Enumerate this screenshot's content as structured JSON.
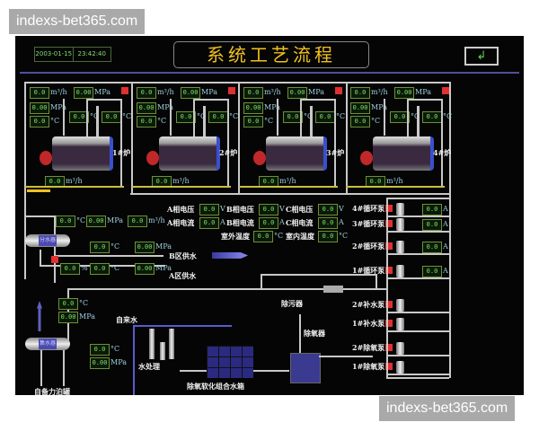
{
  "watermarks": [
    "indexs-bet365.com",
    "indexs-bet365.com"
  ],
  "header": {
    "date": "2003-01-15",
    "time": "23:42:40",
    "title": "系统工艺流程",
    "return_icon": "return-arrow-icon"
  },
  "boilers": [
    {
      "label": "1#炉",
      "readouts": [
        {
          "value": "0.0",
          "unit": "m³/h"
        },
        {
          "value": "0.00",
          "unit": "MPa"
        },
        {
          "value": "0.00",
          "unit": "MPa"
        },
        {
          "value": "0.0",
          "unit": "°C"
        },
        {
          "value": "0.0",
          "unit": "°C"
        },
        {
          "value": "0.0",
          "unit": "°C"
        },
        {
          "value": "0.0",
          "unit": "m³/h"
        }
      ]
    },
    {
      "label": "2#炉",
      "readouts": [
        {
          "value": "0.0",
          "unit": "m³/h"
        },
        {
          "value": "0.00",
          "unit": "MPa"
        },
        {
          "value": "0.00",
          "unit": "MPa"
        },
        {
          "value": "0.0",
          "unit": "°C"
        },
        {
          "value": "0.0",
          "unit": "°C"
        },
        {
          "value": "0.0",
          "unit": "°C"
        },
        {
          "value": "0.0",
          "unit": "m³/h"
        }
      ]
    },
    {
      "label": "3#炉",
      "readouts": [
        {
          "value": "0.0",
          "unit": "m³/h"
        },
        {
          "value": "0.00",
          "unit": "MPa"
        },
        {
          "value": "0.00",
          "unit": "MPa"
        },
        {
          "value": "0.0",
          "unit": "°C"
        },
        {
          "value": "0.0",
          "unit": "°C"
        },
        {
          "value": "0.0",
          "unit": "°C"
        },
        {
          "value": "0.0",
          "unit": "m³/h"
        }
      ]
    },
    {
      "label": "4#炉",
      "readouts": [
        {
          "value": "0.0",
          "unit": "m³/h"
        },
        {
          "value": "0.00",
          "unit": "MPa"
        },
        {
          "value": "0.00",
          "unit": "MPa"
        },
        {
          "value": "0.0",
          "unit": "°C"
        },
        {
          "value": "0.0",
          "unit": "°C"
        },
        {
          "value": "0.0",
          "unit": "°C"
        },
        {
          "value": "0.0",
          "unit": "m³/h"
        }
      ]
    }
  ],
  "electrical": [
    {
      "label": "A相电压",
      "value": "0.0",
      "unit": "V"
    },
    {
      "label": "B相电压",
      "value": "0.0",
      "unit": "V"
    },
    {
      "label": "C相电压",
      "value": "0.0",
      "unit": "V"
    },
    {
      "label": "A相电流",
      "value": "0.0",
      "unit": "A"
    },
    {
      "label": "B相电流",
      "value": "0.0",
      "unit": "A"
    },
    {
      "label": "C相电流",
      "value": "0.0",
      "unit": "A"
    },
    {
      "label": "室外温度",
      "value": "0.0",
      "unit": "°C"
    },
    {
      "label": "室内温度",
      "value": "0.0",
      "unit": "°C"
    }
  ],
  "supply": {
    "distributor": "分水器",
    "main_readouts": [
      {
        "value": "0.0",
        "unit": "°C"
      },
      {
        "value": "0.00",
        "unit": "MPa"
      },
      {
        "value": "0.0",
        "unit": "m³/h"
      }
    ],
    "b_zone": {
      "label": "B区供水",
      "readouts": [
        {
          "value": "0.0",
          "unit": "°C"
        },
        {
          "value": "0.00",
          "unit": "MPa"
        }
      ]
    },
    "a_zone": {
      "label": "A区供水",
      "readouts": [
        {
          "value": "0.0",
          "unit": "%"
        },
        {
          "value": "0.0",
          "unit": "°C"
        },
        {
          "value": "0.00",
          "unit": "MPa"
        }
      ]
    }
  },
  "return_line": {
    "collector": "集水器",
    "readouts": [
      {
        "value": "0.0",
        "unit": "°C"
      },
      {
        "value": "0.00",
        "unit": "MPa"
      }
    ],
    "makeup_readouts": [
      {
        "value": "0.0",
        "unit": "°C"
      },
      {
        "value": "0.00",
        "unit": "MPa"
      }
    ],
    "bottom_label": "自备力泊罐"
  },
  "pumps": [
    {
      "label": "4#循环泵",
      "current": "0.0",
      "unit": "A"
    },
    {
      "label": "3#循环泵",
      "current": "0.0",
      "unit": "A"
    },
    {
      "label": "2#循环泵",
      "current": "0.0",
      "unit": "A"
    },
    {
      "label": "1#循环泵",
      "current": "0.0",
      "unit": "A"
    },
    {
      "label": "2#补水泵"
    },
    {
      "label": "1#补水泵"
    },
    {
      "label": "2#除氧泵"
    },
    {
      "label": "1#除氧泵"
    }
  ],
  "equipment": {
    "desludger": "除污器",
    "deaerator": "除氧器",
    "tap_water": "自来水",
    "water_treatment": "水处理",
    "tank": "除氧软化组合水箱"
  },
  "colors": {
    "background": "#050505",
    "title": "#f0c020",
    "readout": "#7fe06a",
    "pipe": "#c8c8c8",
    "alarm": "#e03030",
    "flow_arrow": "#4a4ab0"
  }
}
